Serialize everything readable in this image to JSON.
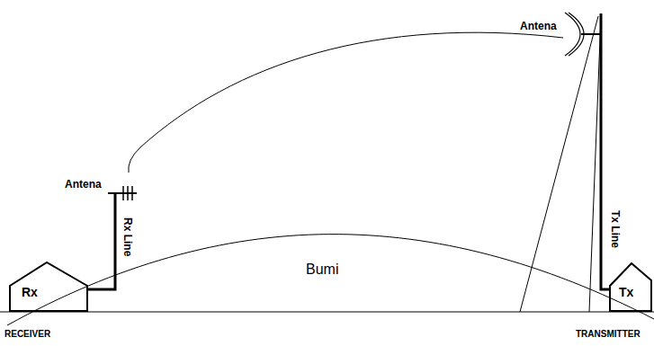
{
  "diagram": {
    "nodes": [
      {
        "text": [
          "Rx"
        ]
      },
      {
        "text": [
          "Tx"
        ]
      }
    ],
    "labels": [
      "Antena",
      "Antena",
      "Rx Line",
      "Tx Line",
      "Bumi",
      "RECEIVER",
      "TRANSMITTER"
    ]
  }
}
